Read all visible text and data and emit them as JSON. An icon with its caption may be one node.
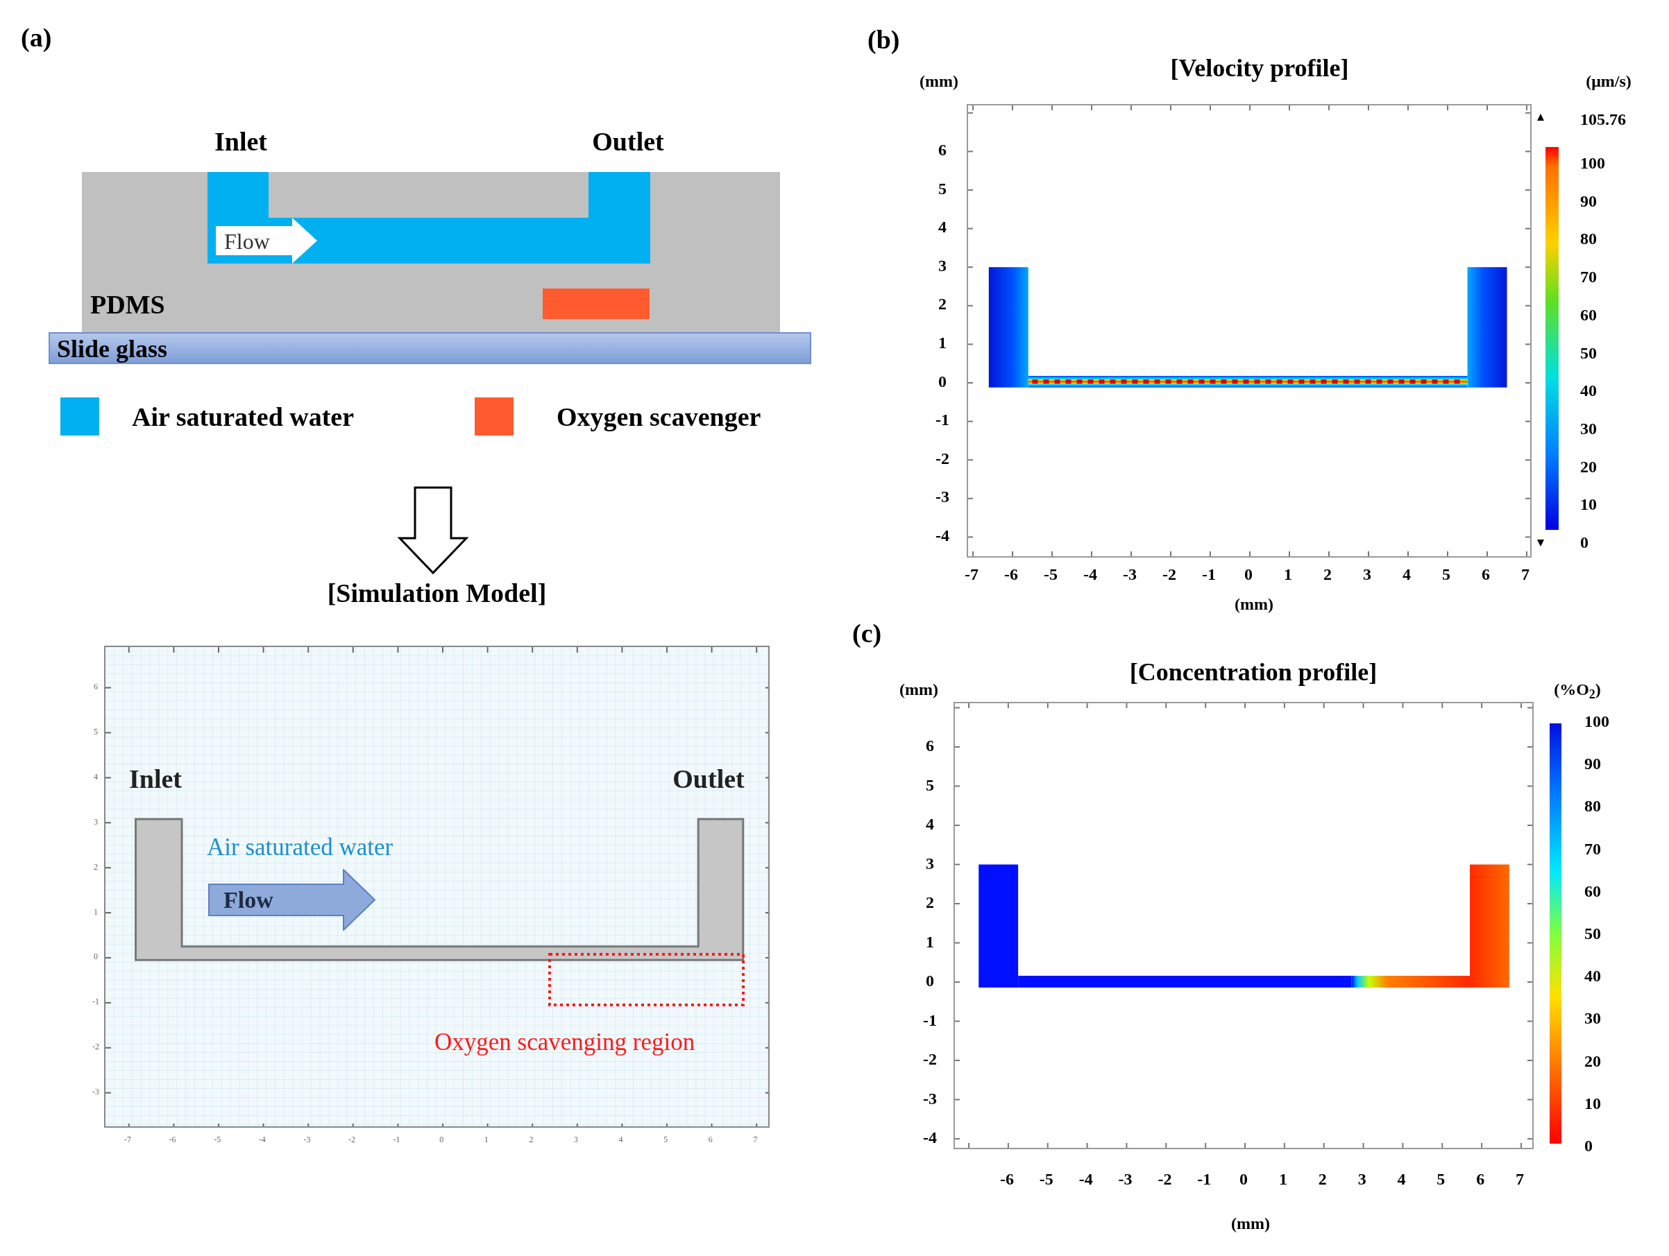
{
  "diagram": {
    "nodes": [
      {
        "text": [
          "PDMS"
        ]
      },
      {
        "text": [
          "Flow"
        ],
        "in": 0
      },
      {
        "text": [
          "Slide glass"
        ]
      },
      {
        "text": [
          "[Simulation Model]"
        ]
      },
      {
        "text": [
          "Flow"
        ],
        "in": 3
      }
    ],
    "edges": [
      {
        "from": null,
        "to": 3,
        "arrow": "to"
      }
    ],
    "labels": [
      "(a)",
      "Inlet",
      "Outlet",
      "Inlet",
      "Outlet",
      "Air saturated water",
      "Oxygen scavenging region",
      "(b)",
      "(mm)",
      "[Velocity profile]",
      "(μm/s)",
      "105.76",
      "(mm)",
      "(c)",
      "(mm)",
      "[Concentration profile]",
      "(%O$_{2}$)",
      "(mm)",
      "6",
      "5",
      "4",
      "3",
      "2",
      "1",
      "0",
      "-1",
      "-2",
      "-3",
      "-7",
      "-6",
      "-5",
      "-4",
      "-3",
      "-2",
      "-1",
      "0",
      "1",
      "2",
      "3",
      "4",
      "5",
      "6",
      "7",
      "6",
      "5",
      "4",
      "3",
      "2",
      "1",
      "0",
      "-1",
      "-2",
      "-3",
      "-4",
      "-7",
      "-6",
      "-5",
      "-4",
      "-3",
      "-2",
      "-1",
      "0",
      "1",
      "2",
      "3",
      "4",
      "5",
      "6",
      "7",
      "100",
      "90",
      "80",
      "70",
      "60",
      "50",
      "40",
      "30",
      "20",
      "10",
      "0",
      "6",
      "5",
      "4",
      "3",
      "2",
      "1",
      "0",
      "-1",
      "-2",
      "-3",
      "-4",
      "-6",
      "-5",
      "-4",
      "-3",
      "-2",
      "-1",
      "0",
      "1",
      "2",
      "3",
      "4",
      "5",
      "6",
      "7",
      "100",
      "90",
      "80",
      "70",
      "60",
      "50",
      "40",
      "30",
      "20",
      "10",
      "0"
    ],
    "legend": [
      {
        "text": "Air saturated water",
        "color": "#00b0f0"
      },
      {
        "text": "Oxygen scavenger",
        "color": "#ff5b2e"
      }
    ]
  }
}
